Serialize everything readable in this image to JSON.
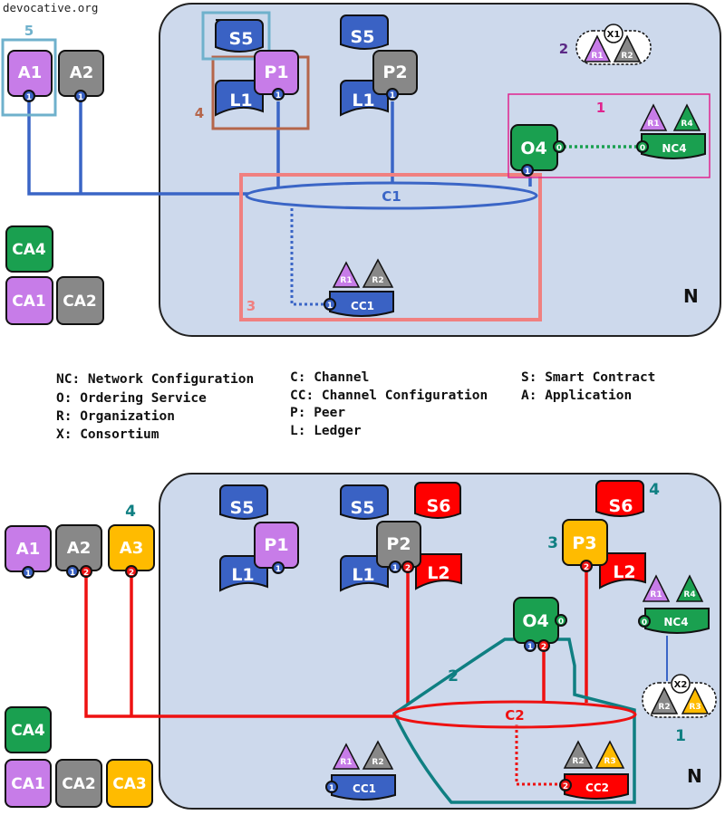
{
  "watermark": "devocative.org",
  "colors": {
    "network_bg": "#cdd9ec",
    "blue": "#3a62c4",
    "purple": "#c77ce8",
    "gray": "#888888",
    "green": "#1aa050",
    "orange": "#ffbb00",
    "red": "#ff0000",
    "teal": "#0f7f82",
    "link_blue": "#3a65c6",
    "link_red": "#ee1111",
    "pink": "#f08080",
    "brown": "#b5654a",
    "light_blue": "#6fb1cc",
    "magenta": "#e0248e",
    "dark_purple": "#5b2a86"
  },
  "top": {
    "network_label": "N",
    "nodes": {
      "s5a": "S5",
      "p1": "P1",
      "l1a": "L1",
      "s5b": "S5",
      "p2": "P2",
      "l1b": "L1",
      "a1": "A1",
      "a2": "A2",
      "ca4": "CA4",
      "ca1": "CA1",
      "ca2": "CA2",
      "o4": "O4",
      "nc4": "NC4",
      "cc1": "CC1",
      "channel": "C1",
      "x1": "X1"
    },
    "triangles": {
      "x1_r1": "R1",
      "x1_r2": "R2",
      "nc4_r1": "R1",
      "nc4_r4": "R4",
      "cc1_r1": "R1",
      "cc1_r2": "R2"
    },
    "ports": {
      "a1": "1",
      "a2": "1",
      "p1": "1",
      "p2": "1",
      "o4_side": "0",
      "o4_bottom": "1",
      "nc4": "0",
      "cc1": "1"
    },
    "callouts": {
      "c1": "1",
      "c2": "2",
      "c3": "3",
      "c4": "4",
      "c5": "5"
    }
  },
  "legend": {
    "col1": [
      "NC: Network Configuration",
      "O: Ordering Service",
      "R: Organization",
      "X: Consortium"
    ],
    "col2": [
      "C: Channel",
      "CC: Channel Configuration",
      "P: Peer",
      "L: Ledger"
    ],
    "col3": [
      "S: Smart Contract",
      "A: Application"
    ]
  },
  "bottom": {
    "network_label": "N",
    "nodes": {
      "s5a": "S5",
      "p1": "P1",
      "l1a": "L1",
      "s5b": "S5",
      "p2": "P2",
      "l1b": "L1",
      "s6a": "S6",
      "l2a": "L2",
      "s6b": "S6",
      "p3": "P3",
      "l2b": "L2",
      "a1": "A1",
      "a2": "A2",
      "a3": "A3",
      "ca4": "CA4",
      "ca1": "CA1",
      "ca2": "CA2",
      "ca3": "CA3",
      "o4": "O4",
      "nc4": "NC4",
      "cc1": "CC1",
      "cc2": "CC2",
      "channel": "C2",
      "x2": "X2"
    },
    "triangles": {
      "nc4_r1": "R1",
      "nc4_r4": "R4",
      "x2_r2": "R2",
      "x2_r3": "R3",
      "cc1_r1": "R1",
      "cc1_r2": "R2",
      "cc2_r2": "R2",
      "cc2_r3": "R3"
    },
    "ports": {
      "a1": "1",
      "a2_1": "1",
      "a2_2": "2",
      "a3": "2",
      "p1": "1",
      "p2_1": "1",
      "p2_2": "2",
      "p3": "2",
      "o4_side": "0",
      "o4_1": "1",
      "o4_2": "2",
      "nc4": "0",
      "cc1": "1",
      "cc2": "2"
    },
    "callouts": {
      "c1": "1",
      "c2": "2",
      "c3": "3",
      "c4a": "4",
      "c4b": "4"
    }
  }
}
